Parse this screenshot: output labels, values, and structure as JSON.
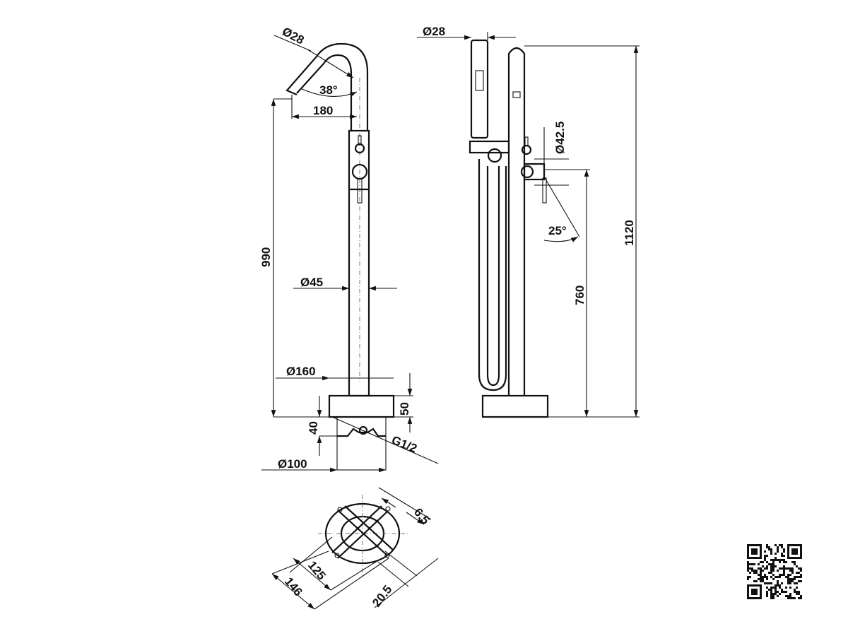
{
  "drawing": {
    "front_view": {
      "spout_diameter": "Ø28",
      "spout_angle": "38°",
      "spout_reach": "180",
      "spout_height": "990",
      "body_diameter": "Ø45",
      "base_diameter": "Ø160",
      "base_height": "50",
      "connector_height": "40",
      "thread": "G1/2",
      "connector_diameter": "Ø100"
    },
    "side_view": {
      "hand_shower_diameter": "Ø28",
      "handle_diameter": "Ø42.5",
      "lever_angle": "25°",
      "handle_height": "760",
      "total_height": "1120"
    },
    "plan_view": {
      "hole_diameter": "6.5",
      "inner_spacing": "125",
      "outer_spacing": "146",
      "arm_width": "20.5"
    }
  }
}
